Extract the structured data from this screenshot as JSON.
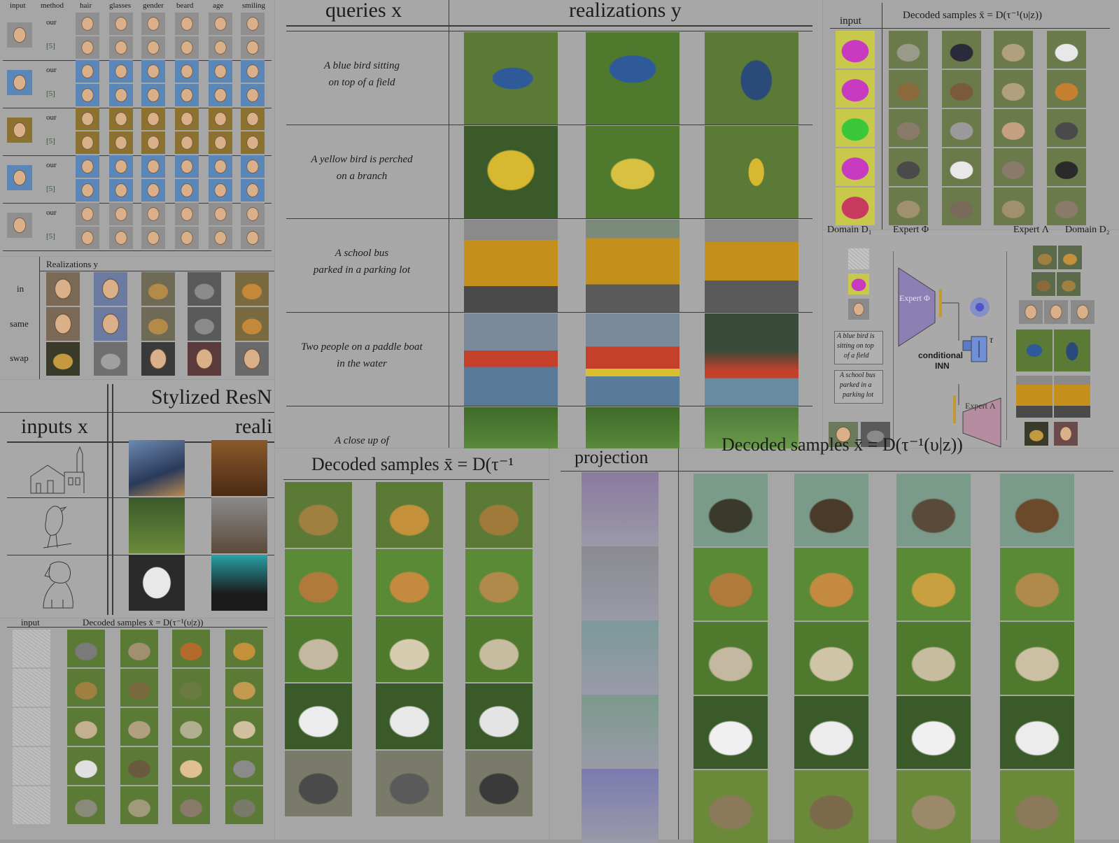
{
  "colors": {
    "background": "#9c9c9c",
    "panel": "#a4a4a4",
    "line": "#3b3b3b",
    "face_bg_blue": "#5b86b8",
    "face_bg_gold": "#8c7230",
    "grass": "#5b7a36",
    "bus": "#c58f1c",
    "expert_phi": "#8b7fb3",
    "expert_lambda": "#b48ea0",
    "sketch_bg": "#b5b5b5"
  },
  "face_attr": {
    "headers": [
      "input",
      "method",
      "hair",
      "glasses",
      "gender",
      "beard",
      "age",
      "smiling"
    ],
    "methods": [
      "our",
      "[5]",
      "our",
      "[5]",
      "our",
      "[5]",
      "our",
      "[5]",
      "our",
      "[5]"
    ]
  },
  "realizations": {
    "title": "Realizations y",
    "rows": [
      "in",
      "same",
      "swap"
    ]
  },
  "stylized": {
    "title": "Stylized ResN",
    "inputs_label": "inputs x",
    "realizations_label": "reali"
  },
  "edges": {
    "input_label": "input",
    "decoded_label": "Decoded samples x̄ = D(τ⁻¹(υ|z))"
  },
  "text2img": {
    "queries_label": "queries x",
    "realizations_label": "realizations y",
    "queries": [
      [
        "A blue bird sitting",
        "on top of a field"
      ],
      [
        "A yellow bird is perched",
        "on a branch"
      ],
      [
        "A school bus",
        "parked in a parking lot"
      ],
      [
        "Two people on a paddle boat",
        "in the water"
      ],
      [
        "A close up of",
        ""
      ]
    ]
  },
  "seg": {
    "input_label": "input",
    "decoded_label": "Decoded samples x̄ = D(τ⁻¹(υ|z))"
  },
  "diagram": {
    "header_labels": [
      "Domain D₁",
      "Expert Φ",
      "Expert Λ",
      "Domain D₂"
    ],
    "expert_phi": "Expert Φ",
    "expert_lambda": "Expert Λ",
    "tau": "τ",
    "cinn": [
      "conditional",
      "INN"
    ],
    "captions": [
      [
        "A blue bird is",
        "sitting on top",
        "of a field"
      ],
      [
        "A school bus",
        "parked in a",
        "parking lot"
      ]
    ]
  },
  "decoded_mid": {
    "title": "Decoded samples x̄ = D(τ⁻¹"
  },
  "projection": {
    "title": "projection",
    "cut_title": "Decoded samples x̄ = D(τ⁻¹(υ|z))"
  }
}
